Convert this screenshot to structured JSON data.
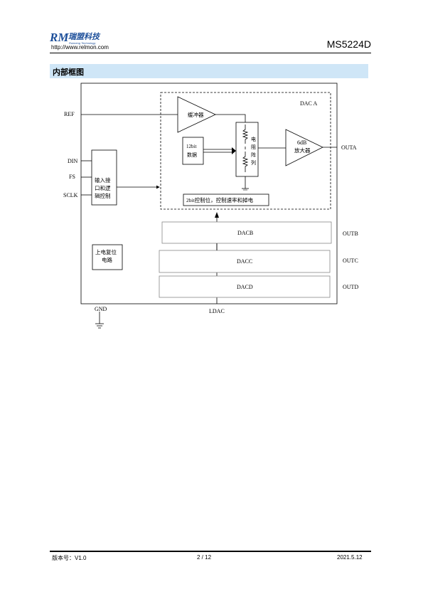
{
  "header": {
    "logo_mark": "RM",
    "logo_text": "瑞盟科技",
    "logo_subtext": "Ruimeng Technology",
    "url": "http://www.relmon.com",
    "part_number": "MS5224D"
  },
  "section": {
    "title": "内部框图"
  },
  "diagram": {
    "ref": "REF",
    "din": "DIN",
    "fs": "FS",
    "sclk": "SCLK",
    "gnd": "GND",
    "ldac": "LDAC",
    "dac_a": "DAC A",
    "buffer": "缓冲器",
    "bits_12_line1": "12bit",
    "bits_12_line2": "数据",
    "resistor_chars": [
      "电",
      "阻",
      "阵",
      "列"
    ],
    "amp_line1": "6dB",
    "amp_line2": "放大器",
    "outa": "OUTA",
    "interface_lines": [
      "输入接",
      "口和逻",
      "辑控制"
    ],
    "control_2bit": "2bit控制位，控制速率和掉电",
    "dacb": "DACB",
    "dacc": "DACC",
    "dacd": "DACD",
    "outb": "OUTB",
    "outc": "OUTC",
    "outd": "OUTD",
    "por_line1": "上电复位",
    "por_line2": "电路"
  },
  "footer": {
    "version": "版本号：V1.0",
    "page": "2 / 12",
    "date": "2021.5.12"
  }
}
